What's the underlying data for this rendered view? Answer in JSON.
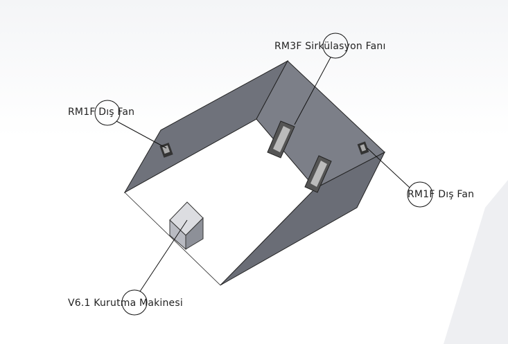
{
  "annotations": {
    "fan_left": "RM1F Dış Fan",
    "fan_right": "RM1F Dış Fan",
    "circulation_fan": "RM3F Sirkülasyon Fanı",
    "dryer": "V6.1 Kurutma Makinesi"
  },
  "colors": {
    "wall": "#6d7079",
    "wall_light": "#8b8e97",
    "floor": "#ffffff",
    "edge": "#2a2a2a"
  }
}
